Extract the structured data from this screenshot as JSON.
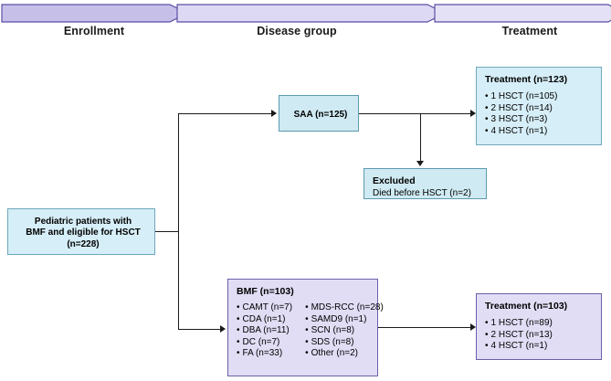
{
  "banner": {
    "phases": [
      {
        "label": "Enrollment",
        "fill": "#c6c0e9"
      },
      {
        "label": "Disease group",
        "fill": "#ddd9f4"
      },
      {
        "label": "Treatment",
        "fill": "#e4e1f7"
      }
    ],
    "stroke": "#5a4fa3"
  },
  "nodes": {
    "source": {
      "title": "Pediatric patients with BMF and eligible for HSCT (n=228)",
      "line1": "Pediatric patients with",
      "line2": "BMF and eligible for HSCT",
      "line3": "(n=228)",
      "fill": "#d6eef7"
    },
    "saa": {
      "title": "SAA (n=125)",
      "fill": "#cfeaf2"
    },
    "excluded": {
      "title": "Excluded",
      "detail": "Died before HSCT (n=2)",
      "fill": "#cfeaf2"
    },
    "treatment_saa": {
      "title": "Treatment (n=123)",
      "items": [
        "1 HSCT (n=105)",
        "2 HSCT (n=14)",
        "3 HSCT (n=3)",
        "4 HSCT (n=1)"
      ],
      "fill": "#d6eef7"
    },
    "bmf": {
      "title": "BMF (n=103)",
      "items_left": [
        "CAMT (n=7)",
        "CDA (n=1)",
        "DBA (n=11)",
        "DC (n=7)",
        "FA (n=33)"
      ],
      "items_right": [
        "MDS-RCC (n=28)",
        "SAMD9 (n=1)",
        "SCN (n=8)",
        "SDS (n=8)",
        "Other (n=2)"
      ],
      "fill": "#e1ddf5"
    },
    "treatment_bmf": {
      "title": "Treatment (n=103)",
      "items": [
        "1 HSCT (n=89)",
        "2 HSCT (n=13)",
        "4 HSCT (n=1)"
      ],
      "fill": "#e1ddf5"
    }
  }
}
